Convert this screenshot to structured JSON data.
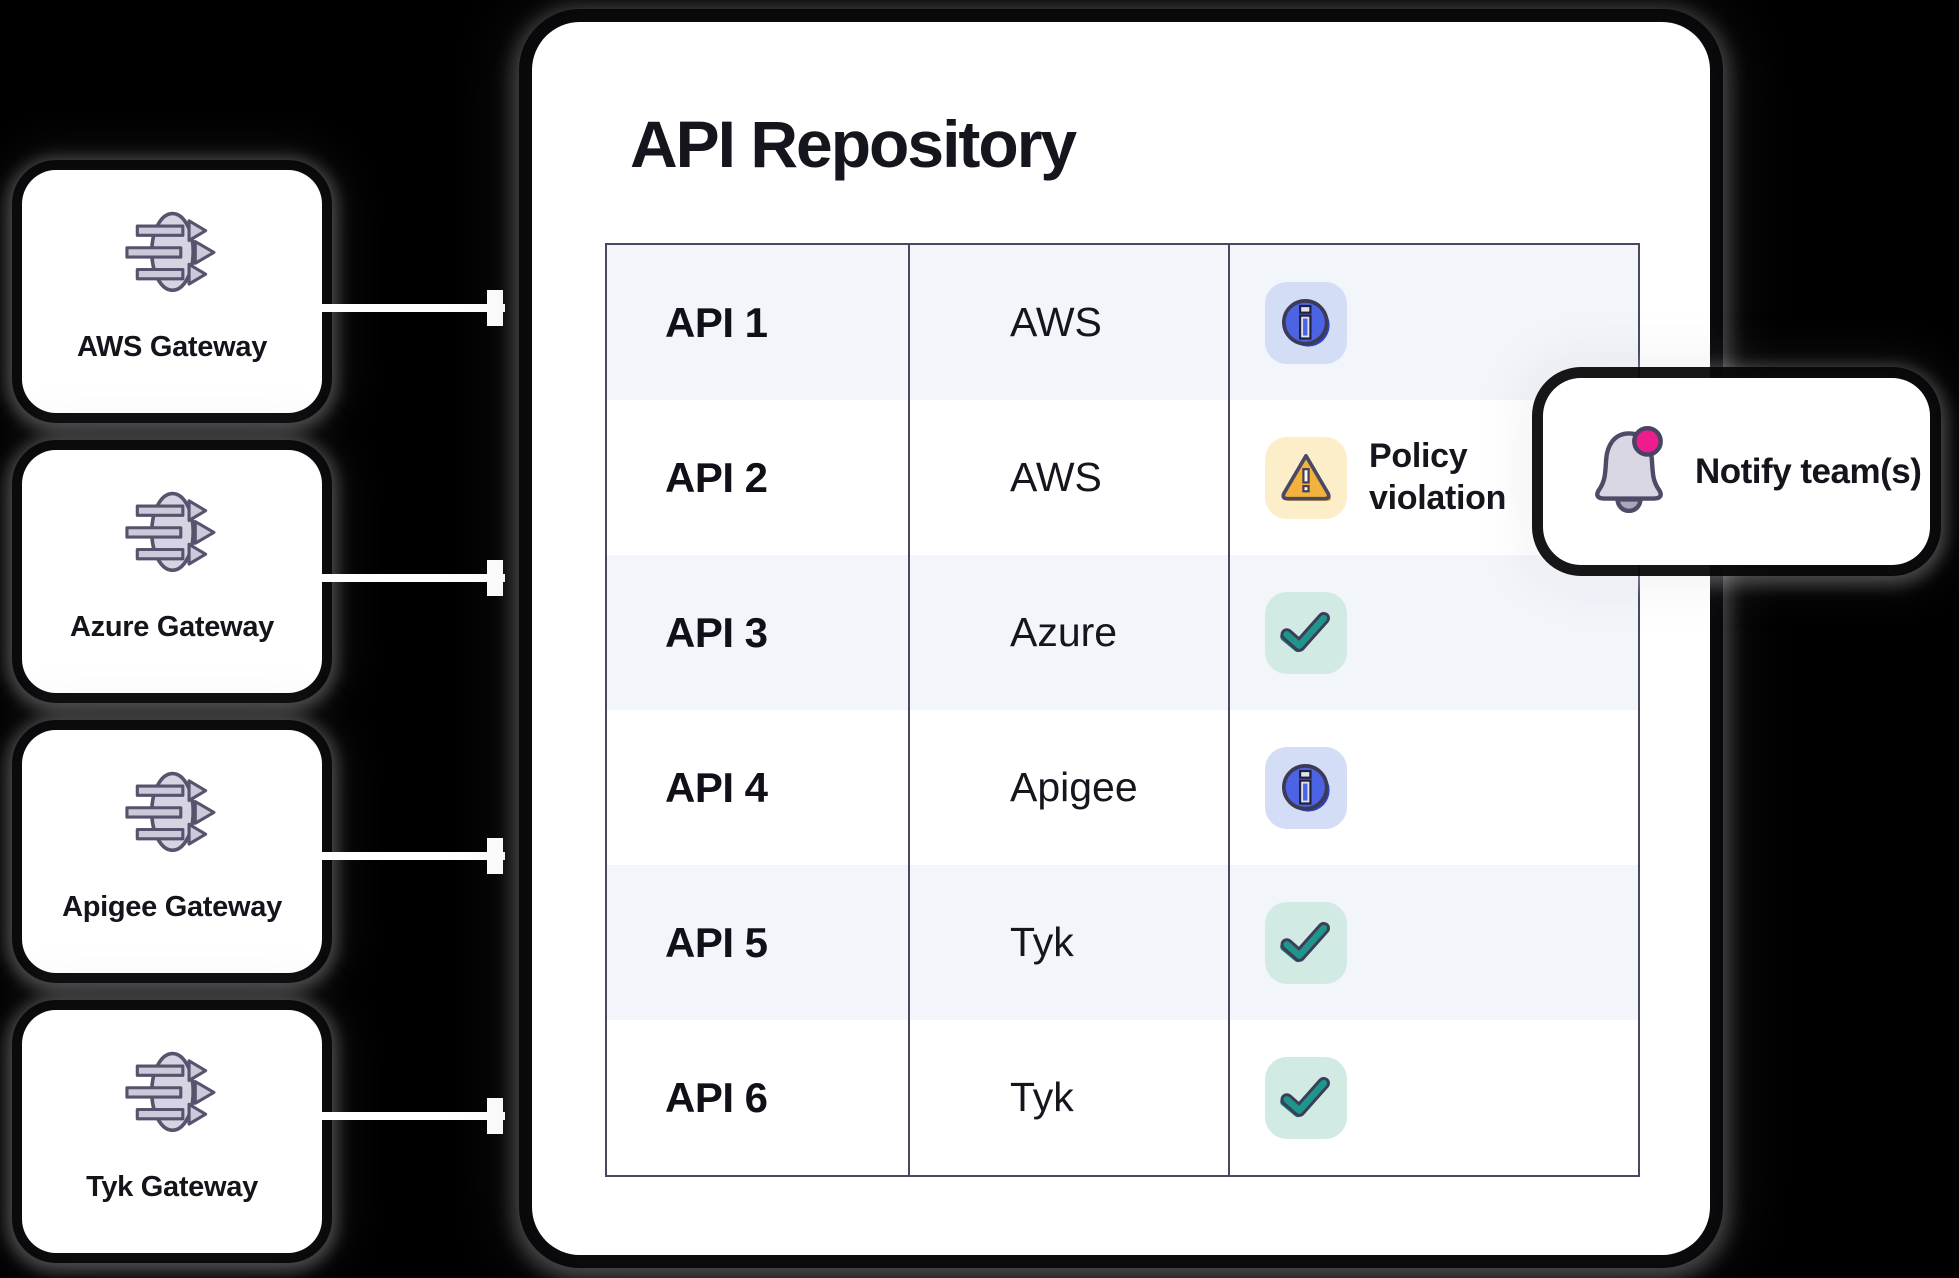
{
  "background_color": "#000000",
  "gateways": {
    "items": [
      {
        "label": "AWS Gateway"
      },
      {
        "label": "Azure Gateway"
      },
      {
        "label": "Apigee Gateway"
      },
      {
        "label": "Tyk Gateway"
      }
    ]
  },
  "repository": {
    "title": "API Repository",
    "table": {
      "rows": [
        {
          "api": "API 1",
          "provider": "AWS",
          "status": "info",
          "note": ""
        },
        {
          "api": "API 2",
          "provider": "AWS",
          "status": "warning",
          "note": "Policy violation"
        },
        {
          "api": "API 3",
          "provider": "Azure",
          "status": "check",
          "note": ""
        },
        {
          "api": "API 4",
          "provider": "Apigee",
          "status": "info",
          "note": ""
        },
        {
          "api": "API 5",
          "provider": "Tyk",
          "status": "check",
          "note": ""
        },
        {
          "api": "API 6",
          "provider": "Tyk",
          "status": "check",
          "note": ""
        }
      ]
    }
  },
  "notification": {
    "label": "Notify team(s)"
  },
  "icons": {
    "gateway": "gateway-arrows-icon",
    "info": "info-icon",
    "warning": "warning-triangle-icon",
    "check": "check-icon",
    "bell": "bell-notification-icon"
  },
  "colors": {
    "row_alt": "#f2f5fa",
    "table_border": "#4a4860",
    "connector": "#ffffff",
    "status_bg": {
      "info": "#d4ddf6",
      "warning": "#fdeeca",
      "check": "#d2eae4"
    },
    "info_blue": "#4c63e4",
    "warning_orange": "#f2b23c",
    "check_teal": "#1f968b",
    "notify_pink": "#ee1c8d"
  }
}
